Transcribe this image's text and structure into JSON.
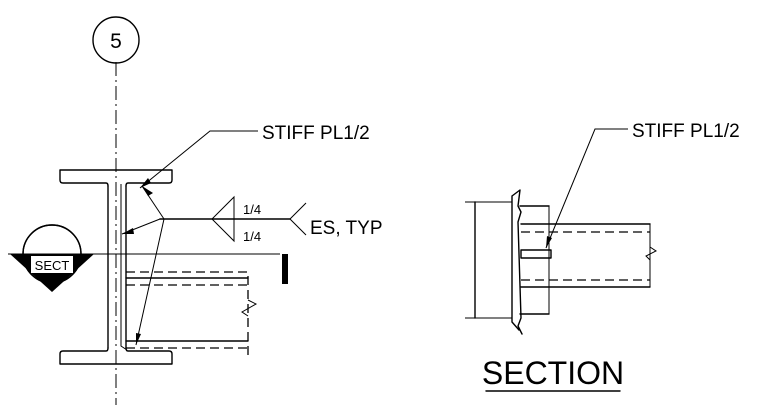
{
  "gridline": {
    "label": "5"
  },
  "plan": {
    "stiffener_note": "STIFF PL1/2",
    "weld_size_top": "1/4",
    "weld_size_bottom": "1/4",
    "weld_note": "ES, TYP",
    "section_marker": "SECT"
  },
  "section_view": {
    "stiffener_note": "STIFF PL1/2",
    "title": "SECTION"
  }
}
